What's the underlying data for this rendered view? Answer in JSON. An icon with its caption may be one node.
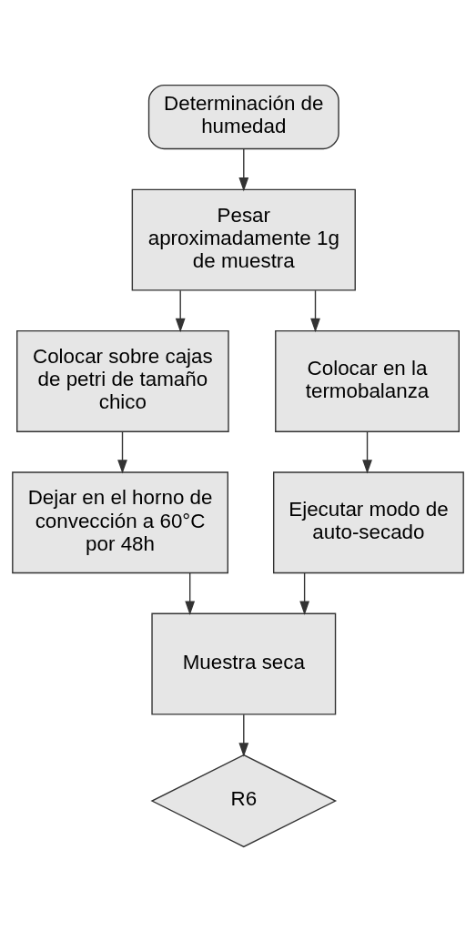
{
  "diagram": {
    "nodes": [
      {
        "text": [
          "Determinación de humedad"
        ]
      },
      {
        "text": [
          "Pesar aproximadamente 1g de muestra"
        ]
      },
      {
        "text": [
          "Colocar sobre cajas de petri de tamaño chico"
        ]
      },
      {
        "text": [
          "Colocar en la termobalanza"
        ]
      },
      {
        "text": [
          "Dejar en el horno de convección a 60°C por 48h"
        ]
      },
      {
        "text": [
          "Ejecutar modo de auto-secado"
        ]
      },
      {
        "text": [
          "Muestra seca"
        ]
      },
      {
        "text": [
          "R6"
        ]
      }
    ],
    "edges": [
      {
        "from": 0,
        "to": 1,
        "arrow": "to"
      },
      {
        "from": 1,
        "to": 2,
        "arrow": "to"
      },
      {
        "from": 1,
        "to": 3,
        "arrow": "to"
      },
      {
        "from": 2,
        "to": 4,
        "arrow": "to"
      },
      {
        "from": 3,
        "to": 5,
        "arrow": "to"
      },
      {
        "from": 4,
        "to": 6,
        "arrow": "to"
      },
      {
        "from": 5,
        "to": 6,
        "arrow": "to"
      },
      {
        "from": 6,
        "to": 7,
        "arrow": "to"
      }
    ]
  }
}
